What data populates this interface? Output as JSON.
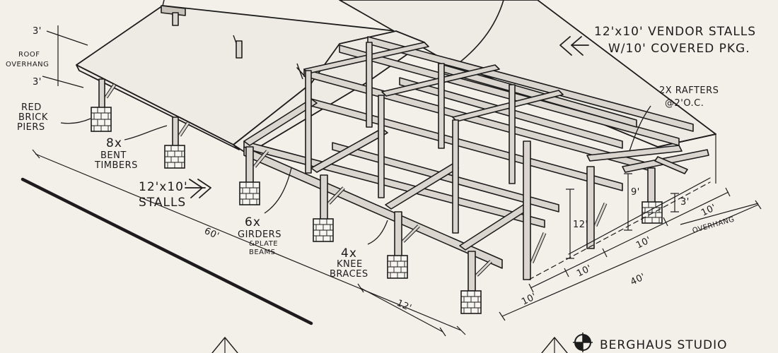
{
  "labels": {
    "vendor_stalls_line1": "12'x10' VENDOR STALLS",
    "vendor_stalls_line2": "W/10' COVERED PKG.",
    "rafters_line1": "2X RAFTERS",
    "rafters_line2": "@2'O.C.",
    "roof_overhang_line1": "ROOF",
    "roof_overhang_line2": "OVERHANG",
    "red_brick_line1": "RED",
    "red_brick_line2": "BRICK",
    "red_brick_line3": "PIERS",
    "bent_timbers_line1": "8x",
    "bent_timbers_line2": "BENT",
    "bent_timbers_line3": "TIMBERS",
    "stalls_line1": "12'x10'",
    "stalls_line2": "STALLS",
    "girders_line1": "6x",
    "girders_line2": "GIRDERS",
    "girders_line3": "&PLATE",
    "girders_line4": "BEAMS",
    "knee_braces_line1": "4x",
    "knee_braces_line2": "KNEE",
    "knee_braces_line3": "BRACES",
    "studio": "BERGHAUS STUDIO",
    "overhang_right": "OVERHANG"
  },
  "dimensions": {
    "overhang_top": "3'",
    "overhang_bottom": "3'",
    "length": "60'",
    "bay_width": "12'",
    "post_height": "12'",
    "eave_height": "9'",
    "pier_height": "3'",
    "bay_a": "10'",
    "bay_b": "10'",
    "bay_c": "10'",
    "bay_d": "10'",
    "width_total": "40'"
  },
  "colors": {
    "ink": "#1c1c1c",
    "paper": "#f3f0ea",
    "timber": "#dad6cf"
  },
  "icons": {
    "logo": "compass-logo-icon",
    "triangle_left": "north-triangle-icon",
    "triangle_right": "north-triangle-icon",
    "arrow_vendor": "double-chevron-arrow-icon",
    "arrow_stalls": "double-chevron-arrow-icon"
  }
}
